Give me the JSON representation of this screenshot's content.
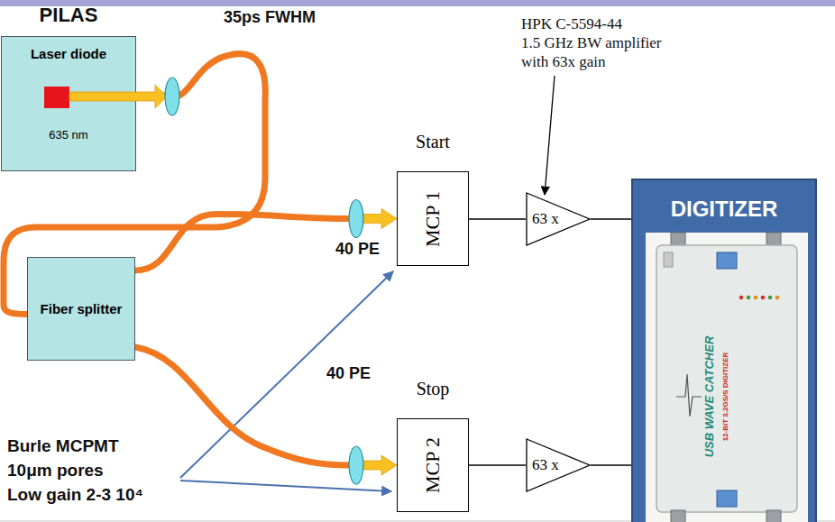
{
  "diagram": {
    "nodes": [
      {
        "text": [
          "PILAS",
          "Laser diode",
          "635 nm"
        ]
      },
      {
        "text": [
          "Fiber splitter"
        ]
      },
      {
        "text": [
          "Start",
          "MCP 1"
        ]
      },
      {
        "text": [
          "Stop",
          "MCP 2"
        ]
      },
      {
        "text": [
          "63 x"
        ]
      },
      {
        "text": [
          "63 x"
        ]
      },
      {
        "text": [
          "DIGITIZER"
        ]
      }
    ],
    "edges": [
      {
        "from": 0,
        "to": 1,
        "arrow": "none"
      },
      {
        "from": 1,
        "to": 2,
        "arrow": "to"
      },
      {
        "from": 1,
        "to": 3,
        "arrow": "to"
      },
      {
        "from": 2,
        "to": 4,
        "arrow": "none"
      },
      {
        "from": 4,
        "to": 6,
        "arrow": "none"
      },
      {
        "from": 3,
        "to": 5,
        "arrow": "none"
      },
      {
        "from": 5,
        "to": 6,
        "arrow": "none"
      }
    ],
    "labels": [
      "35ps FWHM",
      "HPK C-5594-44",
      "1.5 GHz BW amplifier",
      "with 63x gain",
      "40 PE",
      "40 PE",
      "Burle MCPMT",
      "10μm pores",
      "Low gain 2-3 10⁴",
      "USB WAVE CATCHER",
      "12-BIT 3.2GS/S DIGITIZER"
    ]
  }
}
